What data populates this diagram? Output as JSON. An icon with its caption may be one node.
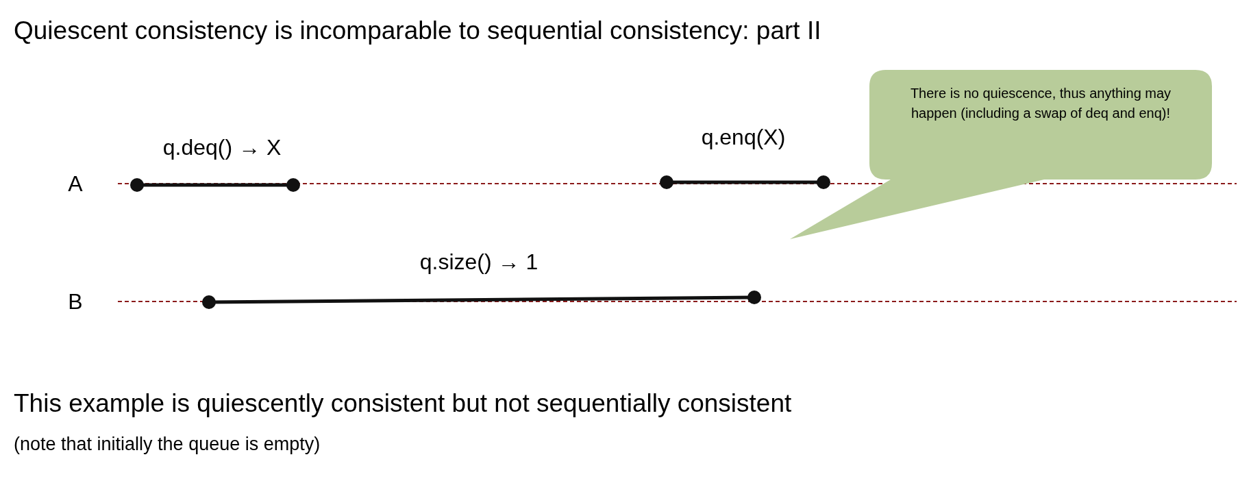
{
  "diagram": {
    "title": "Quiescent consistency is incomparable to sequential consistency: part II",
    "caption": "This example is quiescently consistent but not sequentially consistent",
    "nodes": [
      {
        "text": [
          "There is no quiescence, thus anything may happen (including a swap of deq and enq)!"
        ]
      }
    ],
    "labels": [
      "A",
      "q.deq() → X",
      "q.enq(X)",
      "B",
      "q.size() → 1",
      "(note that initially the queue is empty)"
    ]
  }
}
